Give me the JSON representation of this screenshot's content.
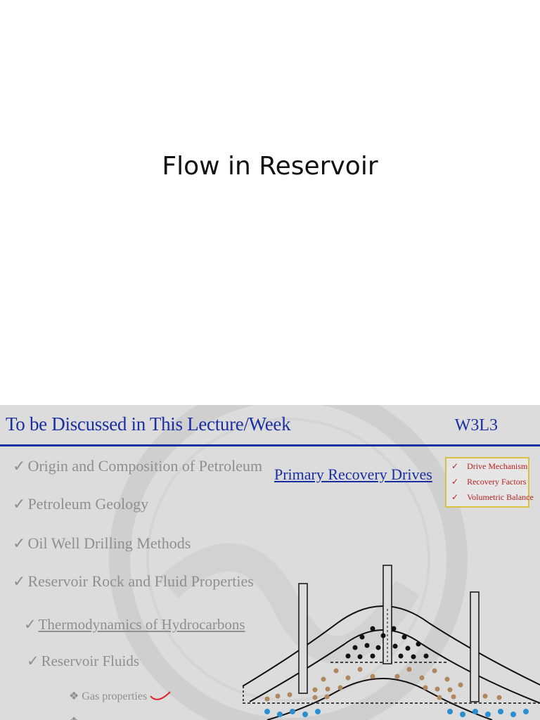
{
  "slide1": {
    "title": "Flow in Reservoir"
  },
  "slide2": {
    "heading": "To be Discussed in This Lecture/Week",
    "code": "W3L3",
    "check_glyph": "✓",
    "diamond_glyph": "❖",
    "topics": [
      "Origin and Composition of Petroleum",
      "Petroleum Geology",
      "Oil Well Drilling Methods",
      "Reservoir Rock and Fluid Properties"
    ],
    "subtopics": [
      "Thermodynamics of Hydrocarbons",
      "Reservoir Fluids"
    ],
    "sub_bullets": [
      "Gas properties"
    ],
    "primary_drives": {
      "title": "Primary Recovery Drives",
      "items": [
        "Drive Mechanism",
        "Recovery Factors",
        "Volumetric Balance"
      ]
    },
    "colors": {
      "heading": "#1a2fa0",
      "muted_text": "#8f8f8f",
      "box_border": "#d8c040",
      "box_text": "#b52020",
      "gas_dots": "#111111",
      "oil_dots": "#b0875e",
      "water_dots": "#2a8fd0",
      "check_mark": "#e0202a"
    }
  }
}
